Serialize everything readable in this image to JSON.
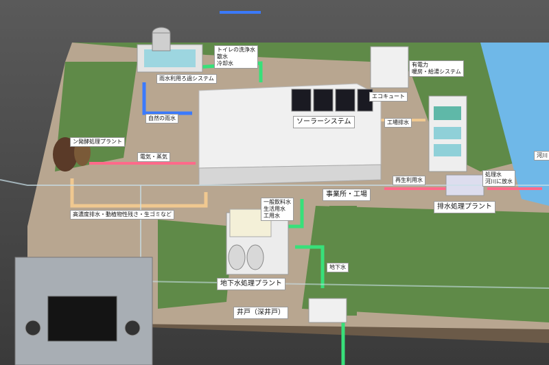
{
  "labels": {
    "toilet": "トイレの洗浄水\n散水\n冷却水",
    "rainwater_filter": "雨水利用ろ過システム",
    "natural_rain": "自然の雨水",
    "power_partial": "有電力\n暖房・給湯システム",
    "ecocute": "エコキュート",
    "solar": "ソーラーシステム",
    "factory_drain": "工場排水",
    "methane": "ン発酵処理プラント",
    "electricity_steam": "電気・蒸気",
    "recycled_water": "再生利用水",
    "treated_water": "処理水\n河川に放水",
    "river": "河川",
    "office_factory": "事業所・工場",
    "wastewater_plant": "排水処理プラント",
    "high_conc": "高濃度排水・動植物性残さ・生ゴミなど",
    "drinking": "一般飲料水\n生活用水\n工用水",
    "groundwater": "地下水",
    "gw_plant": "地下水処理プラント",
    "well": "井戸（深井戸）"
  },
  "colors": {
    "grass": "#5f8a48",
    "ground": "#b8a690",
    "building": "#e8e8e8",
    "pipe_water": "#38e07a",
    "pipe_power": "#ff6a8a",
    "pipe_drain": "#f0c890",
    "pipe_rain": "#3a7aff",
    "river": "#6fb8e8"
  }
}
